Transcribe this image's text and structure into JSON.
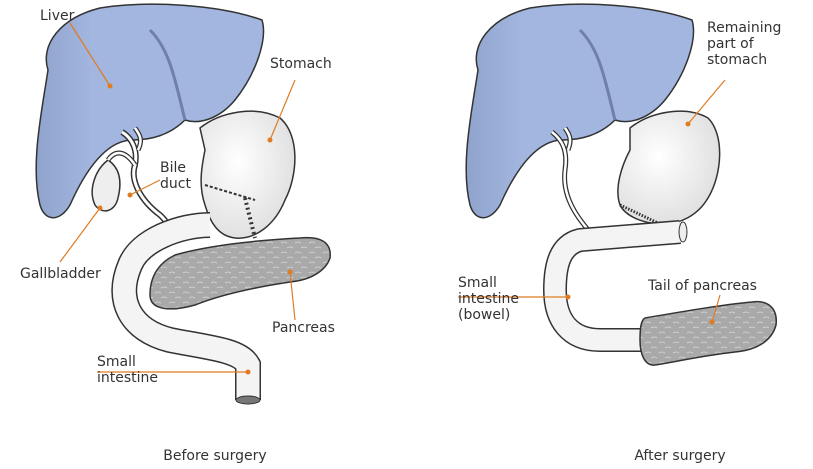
{
  "before": {
    "caption": "Before surgery",
    "labels": {
      "liver": "Liver",
      "stomach": "Stomach",
      "bile_duct": "Bile\nduct",
      "gallbladder": "Gallbladder",
      "pancreas": "Pancreas",
      "small_intestine": "Small\nintestine"
    }
  },
  "after": {
    "caption": "After surgery",
    "labels": {
      "remaining_stomach": "Remaining\npart of\nstomach",
      "small_intestine": "Small\nintestine\n(bowel)",
      "tail_of_pancreas": "Tail of pancreas"
    }
  },
  "colors": {
    "liver": "#a2b6df",
    "organ_outline": "#333333",
    "stomach_fill": "#f3f3f3",
    "pancreas": "#a9a9a9",
    "leader": "#e07b22"
  }
}
